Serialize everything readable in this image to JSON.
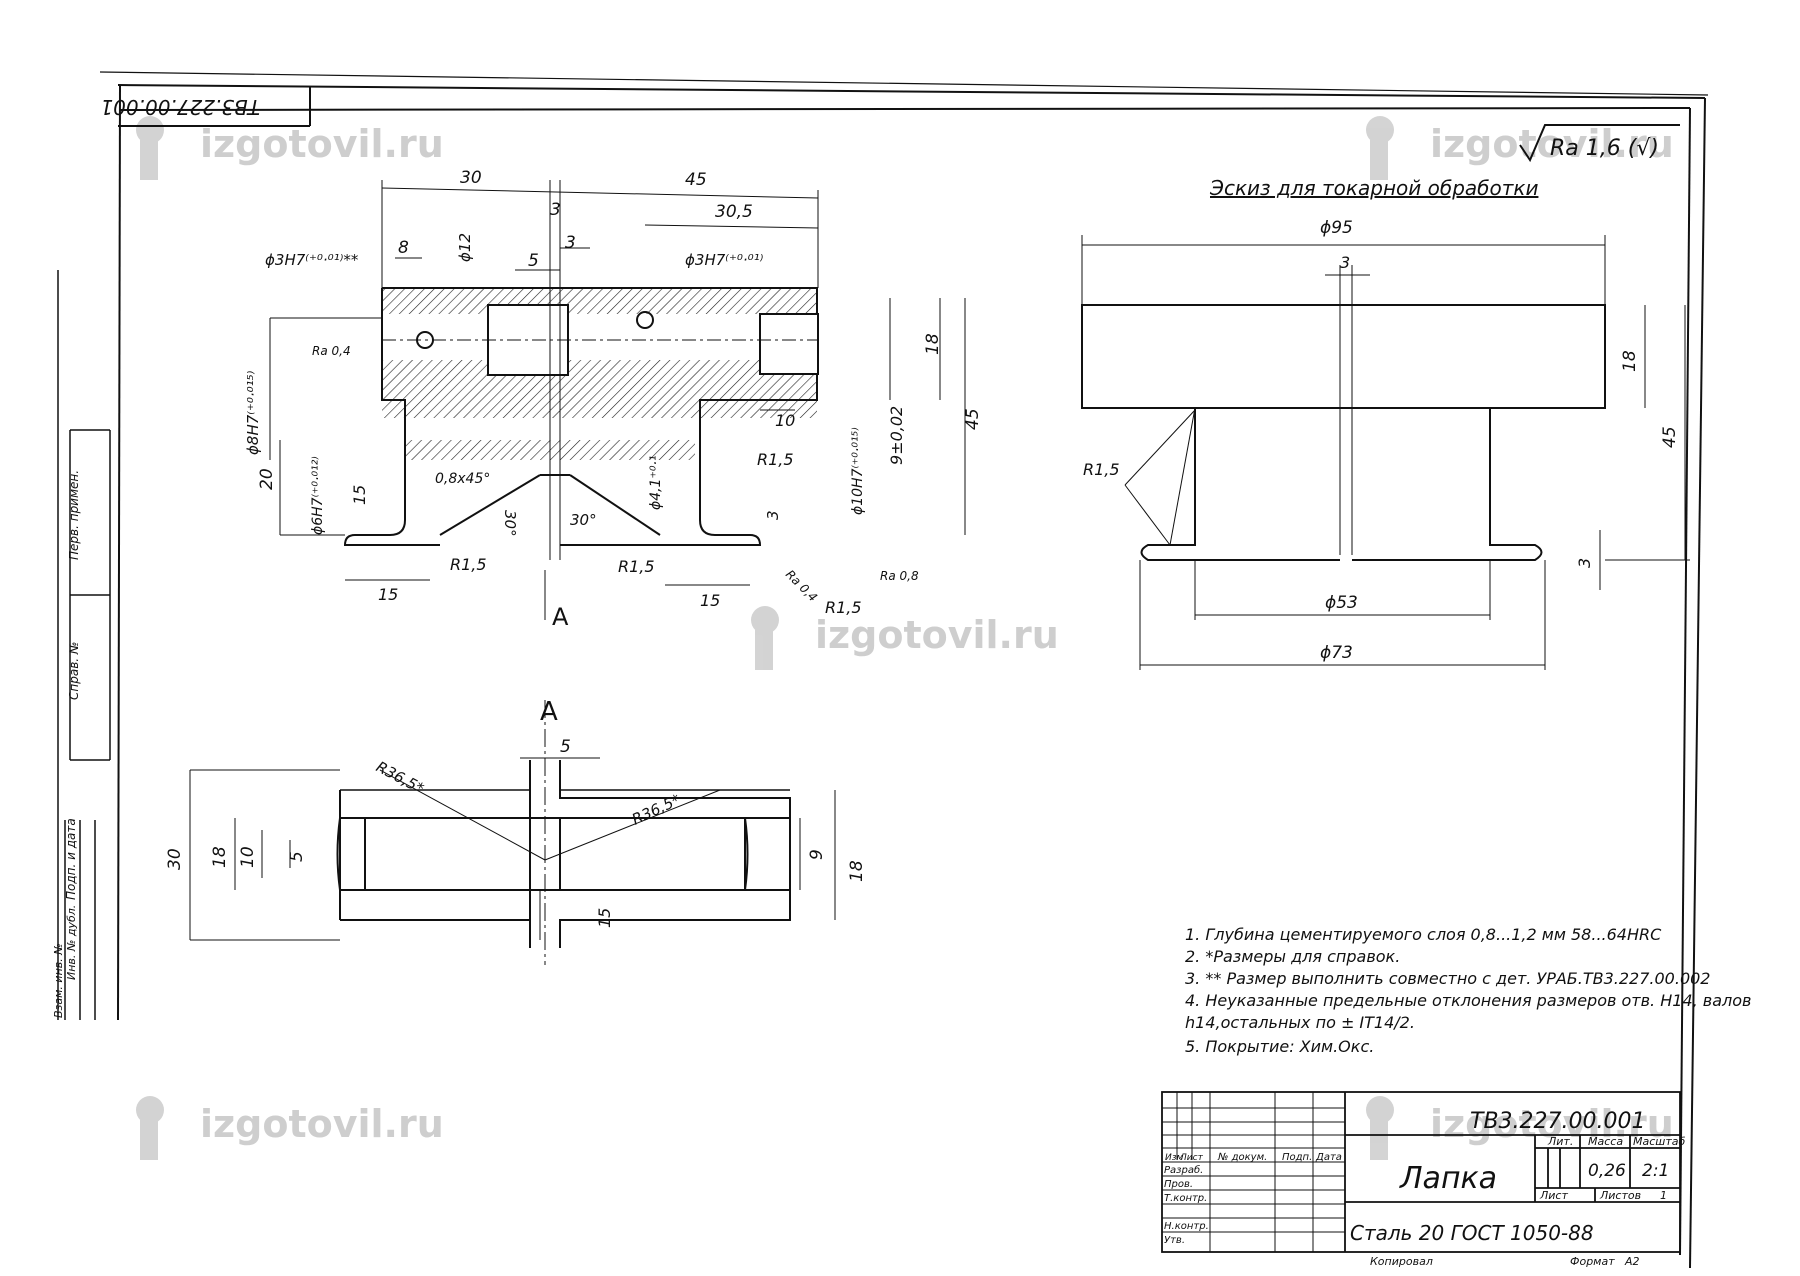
{
  "drawing_number": "ТВ3.227.00.001",
  "part_name": "Лапка",
  "material": "Сталь 20 ГОСТ 1050-88",
  "title_block": {
    "col_izm": "Изм",
    "col_list": "Лист",
    "col_doc": "№ докум.",
    "col_sign": "Подп.",
    "col_date": "Дата",
    "row_razrab": "Разраб.",
    "row_prov": "Пров.",
    "row_tkontr": "Т.контр.",
    "row_nkontr": "Н.контр.",
    "row_utv": "Утв.",
    "lit_label": "Лит.",
    "mass_label": "Масса",
    "scale_label": "Масштаб",
    "mass": "0,26",
    "scale": "2:1",
    "sheet_label": "Лист",
    "sheets_label": "Листов",
    "sheets": "1",
    "copied": "Копировал",
    "format_label": "Формат",
    "format": "А2"
  },
  "roughness_general": "Ra 1,6 (√)",
  "sketch_title": "Эскиз для токарной обработки",
  "notes": [
    "1. Глубина цементируемого слоя 0,8...1,2 мм     58...64HRC",
    "2. *Размеры для справок.",
    "3. ** Размер выполнить совместно с дет. УРАБ.ТВ3.227.00.002",
    "4. Неуказанные предельные отклонения размеров отв. Н14, валов",
    "h14,остальных по ± IT14/2.",
    "5. Покрытие: Хим.Окс."
  ],
  "side_stamps": [
    "Перв. примен.",
    "Справ. №",
    "Подп. и дата",
    "Инв. № дубл.",
    "Взам. инв. №"
  ],
  "watermark": "izgotovil.ru",
  "main_view_dims": {
    "d30": "30",
    "d45": "45",
    "d3a": "3",
    "d30_5": "30,5",
    "d8": "8",
    "d12": "ϕ12",
    "d5": "5",
    "d3b": "3",
    "hole_left": "ϕ3H7⁽⁺⁰·⁰¹⁾**",
    "hole_right": "ϕ3H7⁽⁺⁰·⁰¹⁾",
    "ra04": "Ra 0,4",
    "d8h7": "ϕ8H7⁽⁺⁰·⁰¹⁵⁾",
    "d6h7": "ϕ6H7⁽⁺⁰·⁰¹²⁾",
    "d20": "20",
    "d15v": "15",
    "chamfer": "0,8x45°",
    "a30l": "30°",
    "a30r": "30°",
    "d4_1": "ϕ4,1⁺⁰·¹",
    "d18": "18",
    "d10": "10",
    "d9": "9±0,02",
    "d10h7": "ϕ10H7⁽⁺⁰·⁰¹⁵⁾",
    "d45v": "45",
    "r15a": "R1,5",
    "r15b": "R1,5",
    "r15c": "R1,5",
    "r15d": "R1,5",
    "d3c": "3",
    "ra04b": "Ra 0,4",
    "ra08": "Ra 0,8",
    "d15l": "15",
    "d15r": "15",
    "view_a": "A"
  },
  "view_a_dims": {
    "title": "A",
    "d5": "5",
    "r36l": "R36,5*",
    "r36r": "R36,5*",
    "d30": "30",
    "d18l": "18",
    "d10": "10",
    "d5v": "5",
    "d9": "9",
    "d18r": "18",
    "d15": "15"
  },
  "sketch_dims": {
    "d95": "ϕ95",
    "d3": "3",
    "d18": "18",
    "d45": "45",
    "r15": "R1,5",
    "d3b": "3",
    "d53": "ϕ53",
    "d73": "ϕ73"
  }
}
